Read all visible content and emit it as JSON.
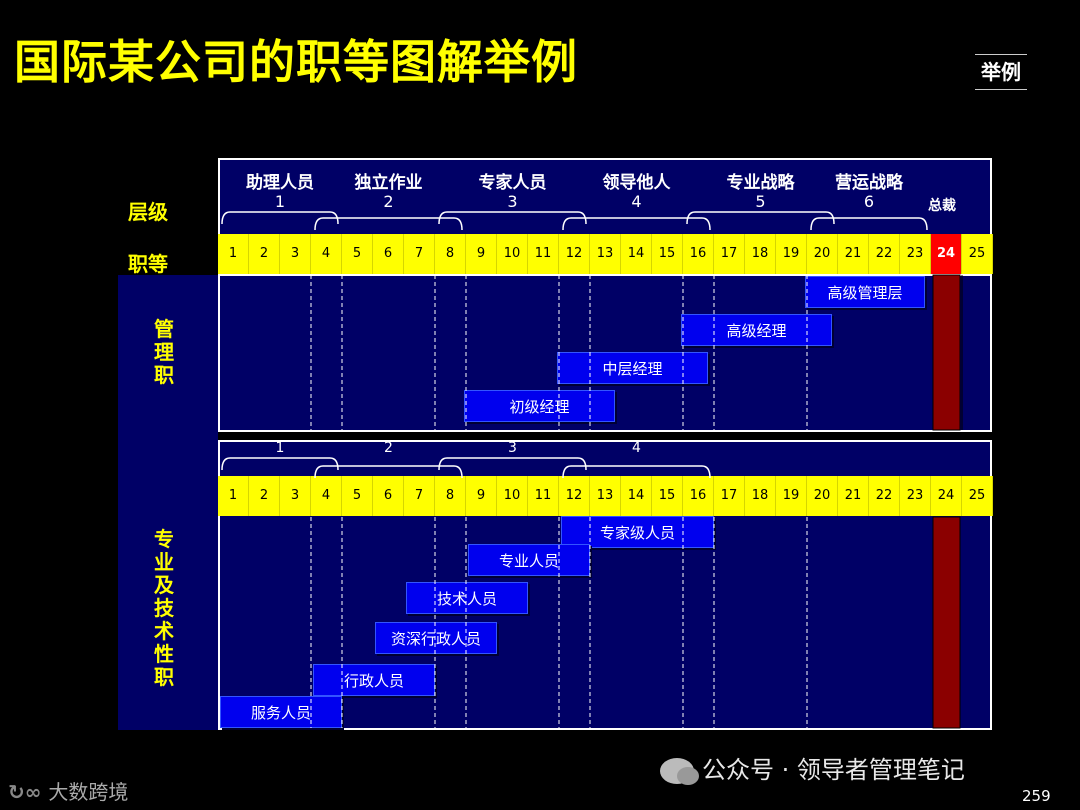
{
  "title": "国际某公司的职等图解举例",
  "tag": "举例",
  "row_labels": {
    "level": "层级",
    "grade": "职等"
  },
  "side_labels": {
    "management": "管理职",
    "professional": "专业及技术性职"
  },
  "levels": [
    {
      "name": "助理人员",
      "num": "1",
      "from": 1,
      "to": 4
    },
    {
      "name": "独立作业",
      "num": "2",
      "from": 4,
      "to": 8
    },
    {
      "name": "专家人员",
      "num": "3",
      "from": 8,
      "to": 12
    },
    {
      "name": "领导他人",
      "num": "4",
      "from": 12,
      "to": 16
    },
    {
      "name": "专业战略",
      "num": "5",
      "from": 16,
      "to": 20
    },
    {
      "name": "营运战略",
      "num": "6",
      "from": 20,
      "to": 23
    }
  ],
  "ceo_label": "总裁",
  "grades": [
    "1",
    "2",
    "3",
    "4",
    "5",
    "6",
    "7",
    "8",
    "9",
    "10",
    "11",
    "12",
    "13",
    "14",
    "15",
    "16",
    "17",
    "18",
    "19",
    "20",
    "21",
    "22",
    "23",
    "24",
    "25"
  ],
  "ceo_grade": 24,
  "management_bars": [
    {
      "label": "高级管理层",
      "from": 20,
      "to": 23
    },
    {
      "label": "高级经理",
      "from": 16,
      "to": 20
    },
    {
      "label": "中层经理",
      "from": 12,
      "to": 16
    },
    {
      "label": "初级经理",
      "from": 9,
      "to": 13
    }
  ],
  "professional_levels": [
    {
      "num": "1",
      "from": 1,
      "to": 4
    },
    {
      "num": "2",
      "from": 4,
      "to": 8
    },
    {
      "num": "3",
      "from": 8,
      "to": 12
    },
    {
      "num": "4",
      "from": 12,
      "to": 16
    }
  ],
  "professional_bars": [
    {
      "label": "专家级人员",
      "from": 12,
      "to": 16
    },
    {
      "label": "专业人员",
      "from": 9,
      "to": 12
    },
    {
      "label": "技术人员",
      "from": 7,
      "to": 10
    },
    {
      "label": "资深行政人员",
      "from": 6,
      "to": 9
    },
    {
      "label": "行政人员",
      "from": 4,
      "to": 7
    },
    {
      "label": "服务人员",
      "from": 1,
      "to": 4
    }
  ],
  "dashed_grade_lines": [
    4,
    5,
    8,
    9,
    12,
    13,
    16,
    17,
    20
  ],
  "watermark": "公众号 · 领导者管理笔记",
  "logo": "大数跨境",
  "page_number": "259"
}
